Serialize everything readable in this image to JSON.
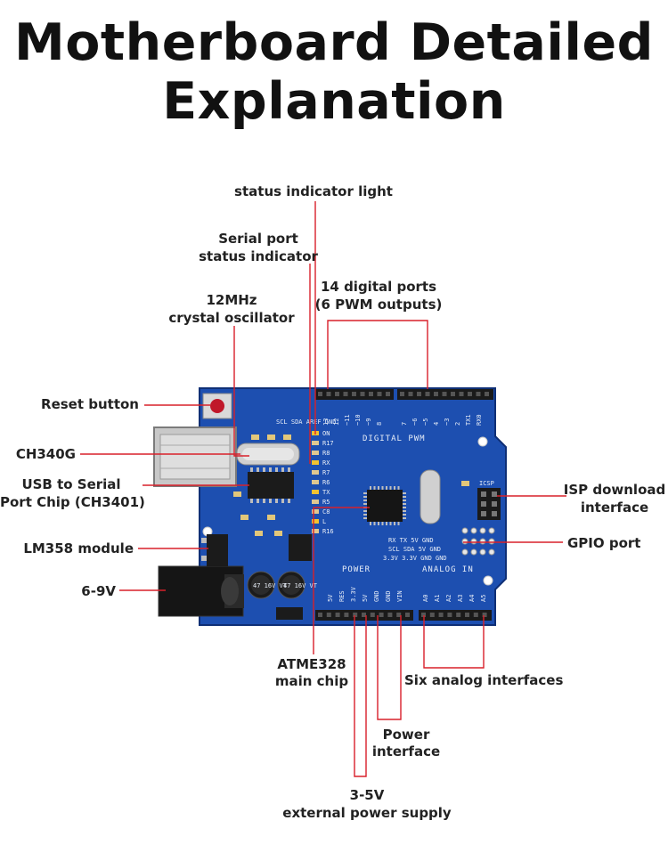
{
  "title": {
    "line1": "Motherboard Detailed",
    "line2": "Explanation"
  },
  "labels": {
    "status_light": "status indicator light",
    "serial_status_1": "Serial port",
    "serial_status_2": "status indicator",
    "digital_1": "14 digital ports",
    "digital_2": "(6 PWM outputs)",
    "crystal_1": "12MHz",
    "crystal_2": "crystal oscillator",
    "reset": "Reset button",
    "ch340g": "CH340G",
    "usb_1": "USB to Serial",
    "usb_2": "Port Chip (CH3401)",
    "lm358": "LM358 module",
    "power_jack": "6-9V",
    "isp_1": "ISP download",
    "isp_2": "interface",
    "gpio": "GPIO port",
    "atme_1": "ATME328",
    "atme_2": "main chip",
    "analog": "Six analog interfaces",
    "power_1": "Power",
    "power_2": "interface",
    "ext_1": "3-5V",
    "ext_2": "external power supply"
  },
  "board": {
    "digital_header": "DIGITAL PWM",
    "power_header": "POWER",
    "analog_header": "ANALOG IN",
    "icsp": "ICSP",
    "led_labels": [
      "ON",
      "R17",
      "R8",
      "RX",
      "R7",
      "R6",
      "TX",
      "R5",
      "C8",
      "L",
      "R16"
    ],
    "power_pins": [
      "5V",
      "RES",
      "3.3V",
      "5V",
      "GND",
      "GND",
      "VIN"
    ],
    "analog_pins": [
      "A0",
      "A1",
      "A2",
      "A3",
      "A4",
      "A5"
    ],
    "gpio_row1": "RX  TX  5V GND",
    "gpio_row2": "SCL SDA 5V GND",
    "gpio_row3": "3.3V 3.3V GND GND",
    "digital_pins_left": [
      "13",
      "12",
      "~11",
      "~10",
      "~9",
      "8"
    ],
    "digital_pins_right": [
      "7",
      "~6",
      "~5",
      "4",
      "~3",
      "2",
      "TX1",
      "RX0"
    ],
    "top_left": "SCL SDA AREF GND",
    "cap1": "47 16V VT",
    "cap2": "47 16V VT",
    "tx_rx": "TX→1 RX←0"
  },
  "colors": {
    "pcb": "#1d4fb0",
    "leader": "#d8202a",
    "header": "#1a1a1a"
  }
}
